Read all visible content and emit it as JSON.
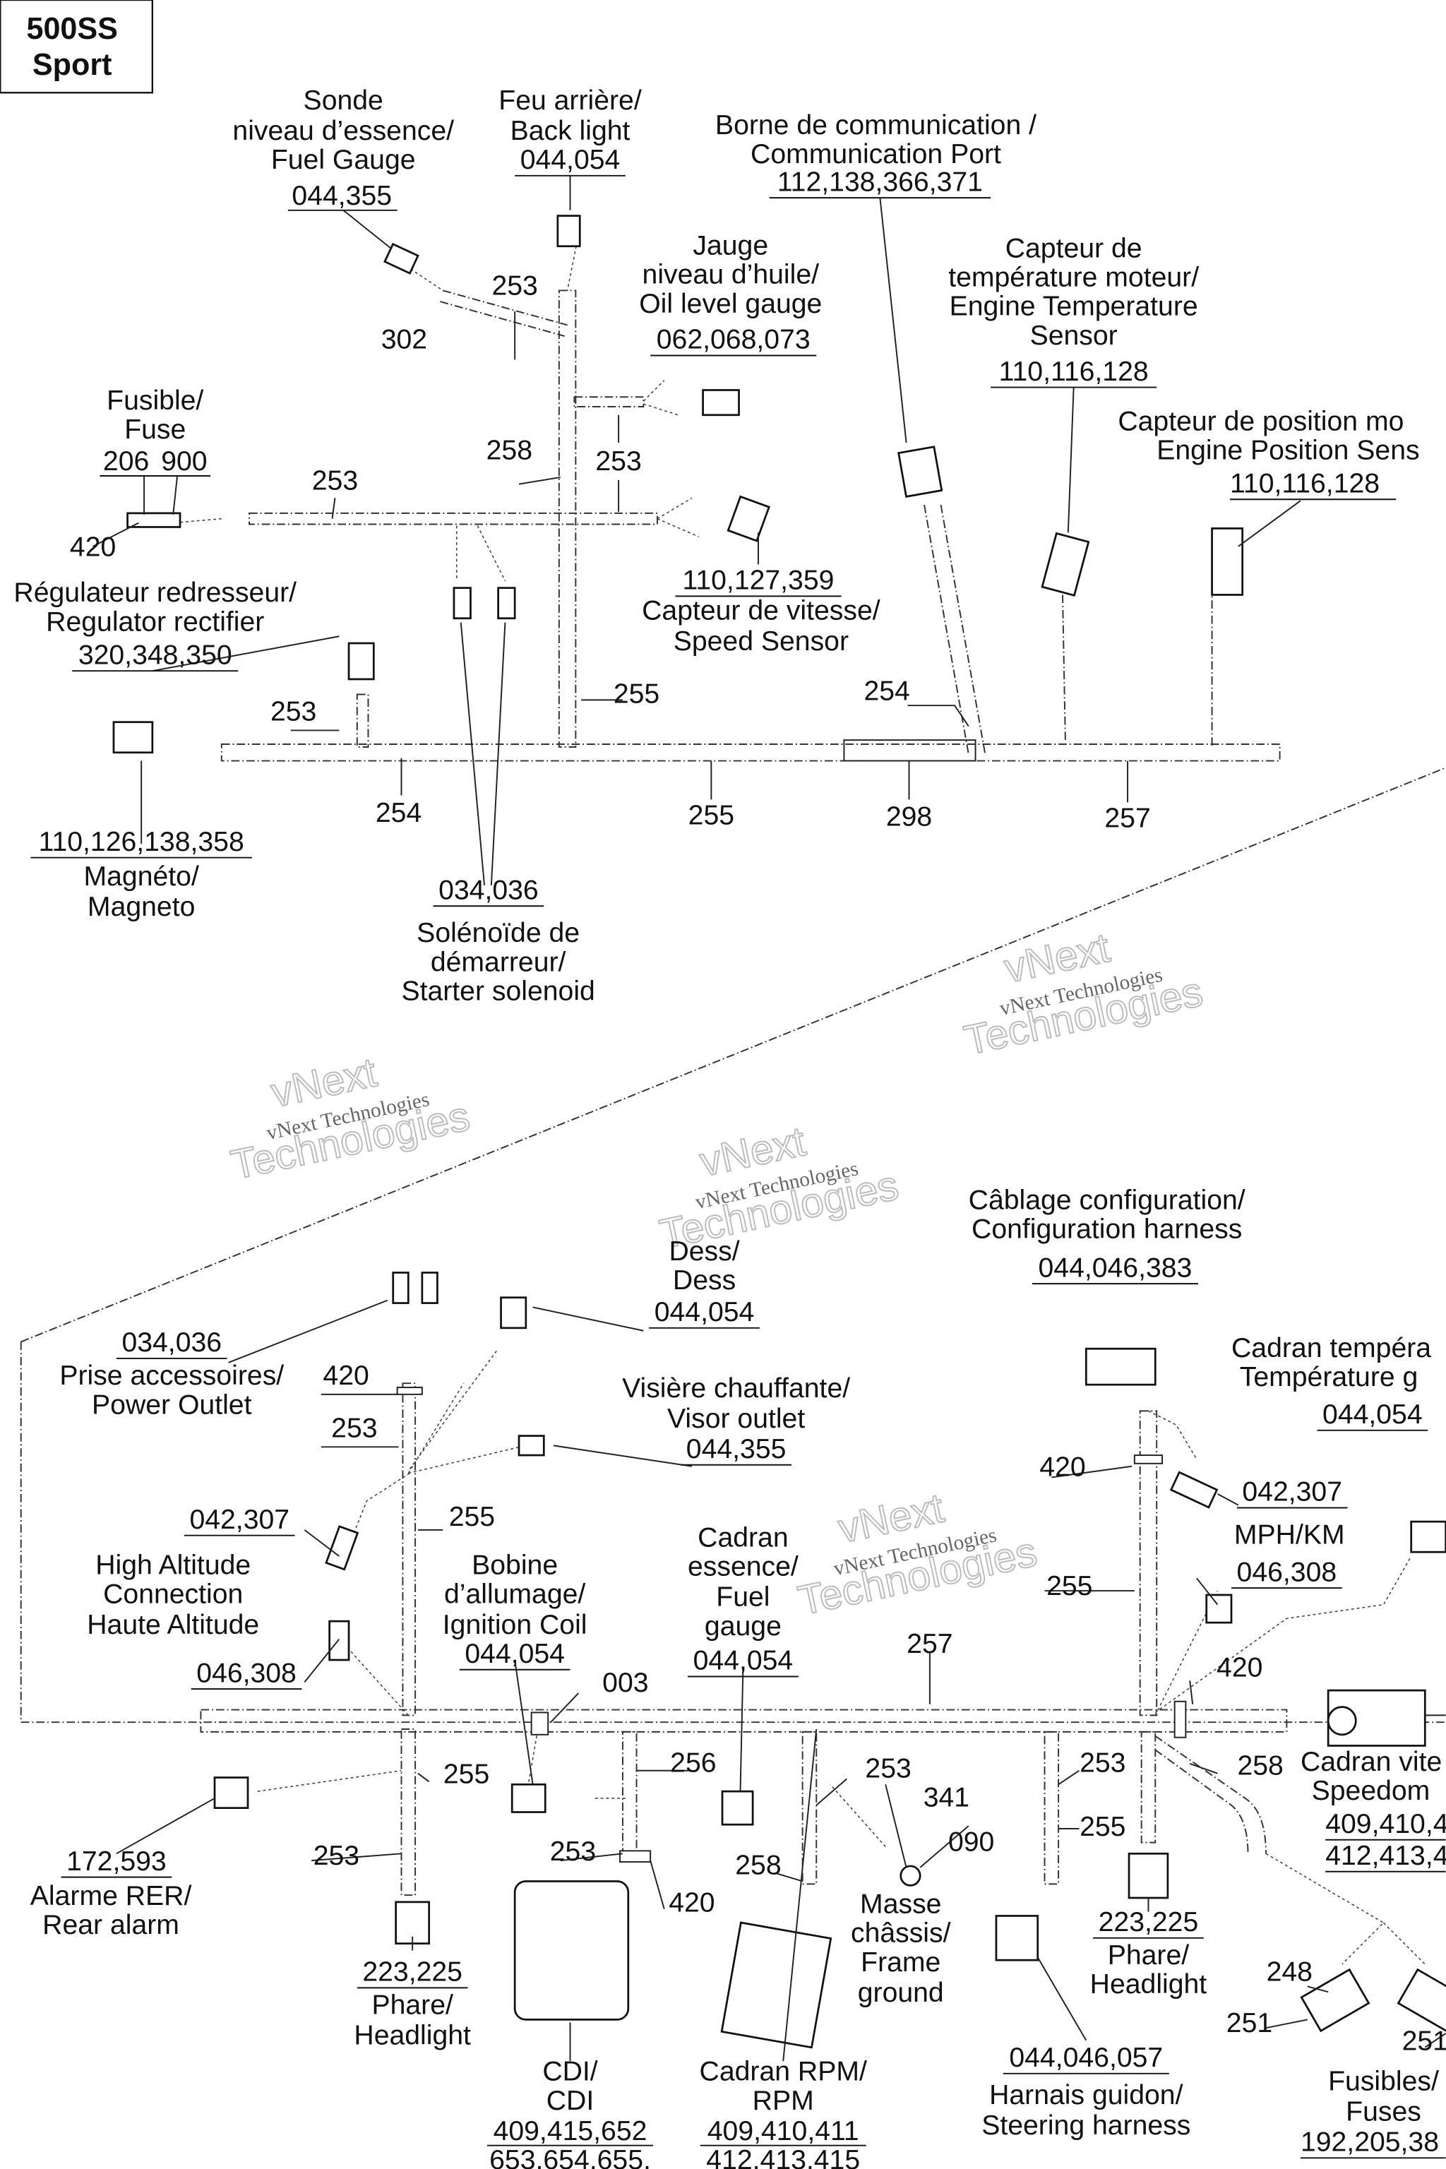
{
  "title": {
    "model": "500SS",
    "trim": "Sport"
  },
  "watermark": {
    "small": "vNext Technologies",
    "large_1": "vNext",
    "large_2": "Technologies"
  },
  "top": {
    "fuel_gauge_sensor": {
      "lines": [
        "Sonde",
        "niveau d’essence/",
        "Fuel Gauge"
      ],
      "parts": "044,355"
    },
    "back_light": {
      "lines": [
        "Feu arrière/",
        "Back light"
      ],
      "parts": "044,054"
    },
    "comm_port": {
      "lines": [
        "Borne de communication /",
        "Communication Port"
      ],
      "parts": "112,138,366,371"
    },
    "oil_gauge": {
      "lines": [
        "Jauge",
        "niveau d’huile/",
        "Oil level gauge"
      ],
      "parts": "062,068,073"
    },
    "engine_temp": {
      "lines": [
        "Capteur de",
        "température moteur/",
        "Engine Temperature",
        "Sensor"
      ],
      "parts": "110,116,128"
    },
    "engine_position": {
      "lines": [
        "Capteur de position mo",
        "Engine Position Sens"
      ],
      "parts": "110,116,128"
    },
    "fuse": {
      "lines": [
        "Fusible/",
        "Fuse"
      ],
      "parts_a": "206",
      "parts_b": "900",
      "clamp": "420"
    },
    "speed_sensor": {
      "parts": "110,127,359",
      "lines": [
        "Capteur de vitesse/",
        "Speed Sensor"
      ]
    },
    "regulator": {
      "lines": [
        "Régulateur redresseur/",
        "Regulator rectifier"
      ],
      "parts": "320,348,350"
    },
    "magneto": {
      "parts": "110,126,138,358",
      "lines": [
        "Magnéto/",
        "Magneto"
      ]
    },
    "starter_solenoid": {
      "parts": "034,036",
      "lines": [
        "Solénoïde de",
        "démarreur/",
        "Starter solenoid"
      ]
    },
    "wires": [
      "253",
      "302",
      "258",
      "253",
      "253",
      "255",
      "254",
      "253",
      "254",
      "255",
      "298",
      "257"
    ]
  },
  "bottom": {
    "config_harness": {
      "lines": [
        "Câblage configuration/",
        "Configuration harness"
      ],
      "parts": "044,046,383"
    },
    "dess": {
      "lines": [
        "Dess/",
        "Dess"
      ],
      "parts": "044,054"
    },
    "temp_gauge": {
      "lines": [
        "Cadran tempéra",
        "Température g"
      ],
      "parts": "044,054"
    },
    "power_outlet": {
      "parts": "034,036",
      "lines": [
        "Prise accessoires/",
        "Power Outlet"
      ]
    },
    "visor_outlet": {
      "lines": [
        "Visière chauffante/",
        "Visor outlet"
      ],
      "parts": "044,355"
    },
    "high_altitude": {
      "parts": "042,307",
      "lines": [
        "High Altitude",
        "Connection",
        "Haute Altitude"
      ],
      "parts_2": "046,308"
    },
    "ignition_coil": {
      "lines": [
        "Bobine",
        "d’allumage/",
        "Ignition Coil"
      ],
      "parts": "044,054"
    },
    "fuel_gauge": {
      "lines": [
        "Cadran",
        "essence/",
        "Fuel",
        "gauge"
      ],
      "parts": "044,054"
    },
    "mph_km": {
      "parts_1": "042,307",
      "label": "MPH/KM",
      "parts_2": "046,308"
    },
    "speedometer": {
      "lines": [
        "Cadran vite",
        "Speedom"
      ],
      "parts_1": "409,410,4",
      "parts_2": "412,413,4"
    },
    "rear_alarm": {
      "parts": "172,593",
      "lines": [
        "Alarme RER/",
        "Rear alarm"
      ]
    },
    "frame_ground": {
      "parts_1": "341",
      "parts_2": "090",
      "lines": [
        "Masse",
        "châssis/",
        "Frame",
        "ground"
      ]
    },
    "headlight_left": {
      "parts": "223,225",
      "lines": [
        "Phare/",
        "Headlight"
      ]
    },
    "headlight_right": {
      "parts": "223,225",
      "lines": [
        "Phare/",
        "Headlight"
      ]
    },
    "fuses": {
      "p248": "248",
      "p251a": "251",
      "p251b": "251",
      "lines": [
        "Fusibles/",
        "Fuses"
      ],
      "parts": "192,205,38"
    },
    "steering_harness": {
      "parts": "044,046,057",
      "lines": [
        "Harnais guidon/",
        "Steering harness"
      ]
    },
    "cdi": {
      "lines": [
        "CDI/",
        "CDI"
      ],
      "parts_1": "409,415,652",
      "parts_2": "653,654,655,"
    },
    "rpm": {
      "lines": [
        "Cadran RPM/",
        "RPM"
      ],
      "parts_1": "409,410,411",
      "parts_2": "412,413,415"
    },
    "wires": {
      "w420a": "420",
      "w253a": "253",
      "w255a": "255",
      "w003": "003",
      "w257": "257",
      "w420b": "420",
      "w255b": "255",
      "w420c": "420",
      "w255c": "255",
      "w256": "256",
      "w253b": "253",
      "w253c": "253",
      "w258a": "258",
      "w255d": "255",
      "w253d": "253",
      "w253e": "253",
      "w420d": "420",
      "w258b": "258"
    }
  }
}
